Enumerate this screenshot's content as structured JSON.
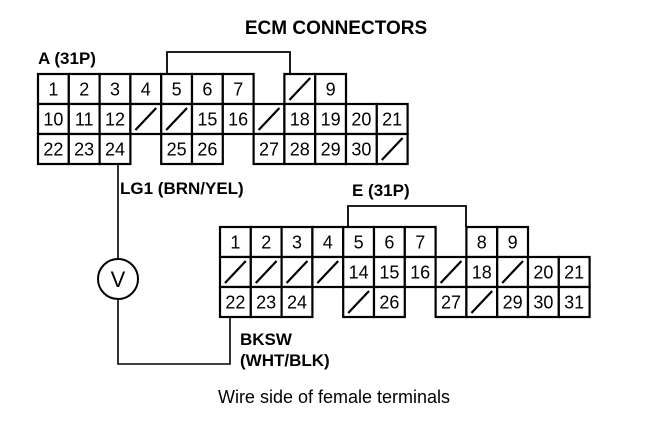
{
  "title": "ECM CONNECTORS",
  "connector_a": {
    "label": "A (31P)",
    "rows": [
      [
        "1",
        "2",
        "3",
        "4",
        "5",
        "6",
        "7",
        "",
        "/",
        "9"
      ],
      [
        "10",
        "11",
        "12",
        "/",
        "/",
        "15",
        "16",
        "/",
        "18",
        "19",
        "20",
        "21"
      ],
      [
        "22",
        "23",
        "24",
        "",
        "25",
        "26",
        "",
        "27",
        "28",
        "29",
        "30",
        "/"
      ]
    ]
  },
  "connector_e": {
    "label": "E (31P)",
    "rows": [
      [
        "1",
        "2",
        "3",
        "4",
        "5",
        "6",
        "7",
        "",
        "8",
        "9"
      ],
      [
        "/",
        "/",
        "/",
        "/",
        "14",
        "15",
        "16",
        "/",
        "18",
        "/",
        "20",
        "21"
      ],
      [
        "22",
        "23",
        "24",
        "",
        "/",
        "26",
        "",
        "27",
        "/",
        "29",
        "30",
        "31"
      ]
    ]
  },
  "wire_top": "LG1 (BRN/YEL)",
  "wire_bottom_1": "BKSW",
  "wire_bottom_2": "(WHT/BLK)",
  "meter_symbol": "V",
  "caption": "Wire side of female terminals"
}
